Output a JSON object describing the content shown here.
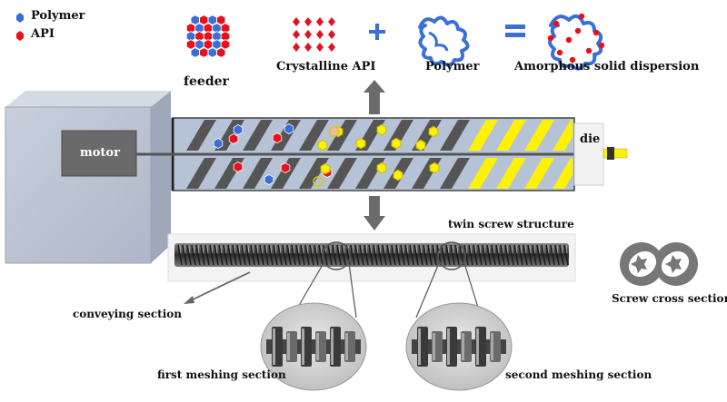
{
  "legend": {
    "polymer": {
      "label": "Polymer",
      "color": "#3a6fd8"
    },
    "api": {
      "label": "API",
      "color": "#e8101b"
    }
  },
  "labels": {
    "feeder": "feeder",
    "crystalline_api": "Crystalline API",
    "polymer": "Polymer",
    "amorphous": "Amorphous solid dispersion",
    "plus": "+",
    "equals": "=",
    "motor": "motor",
    "die": "die",
    "twin_screw": "twin screw structure",
    "conveying": "conveying section",
    "first_meshing": "first meshing section",
    "second_meshing": "second meshing section",
    "cross_section": "Screw cross section"
  },
  "colors": {
    "barrel": "#b6c3d6",
    "stripe_dark": "#555555",
    "stripe_yellow": "#fff200",
    "motor_box": "#bfc7d5",
    "arrow": "#6b6b6b",
    "polymer_line": "#3a6fd8"
  }
}
